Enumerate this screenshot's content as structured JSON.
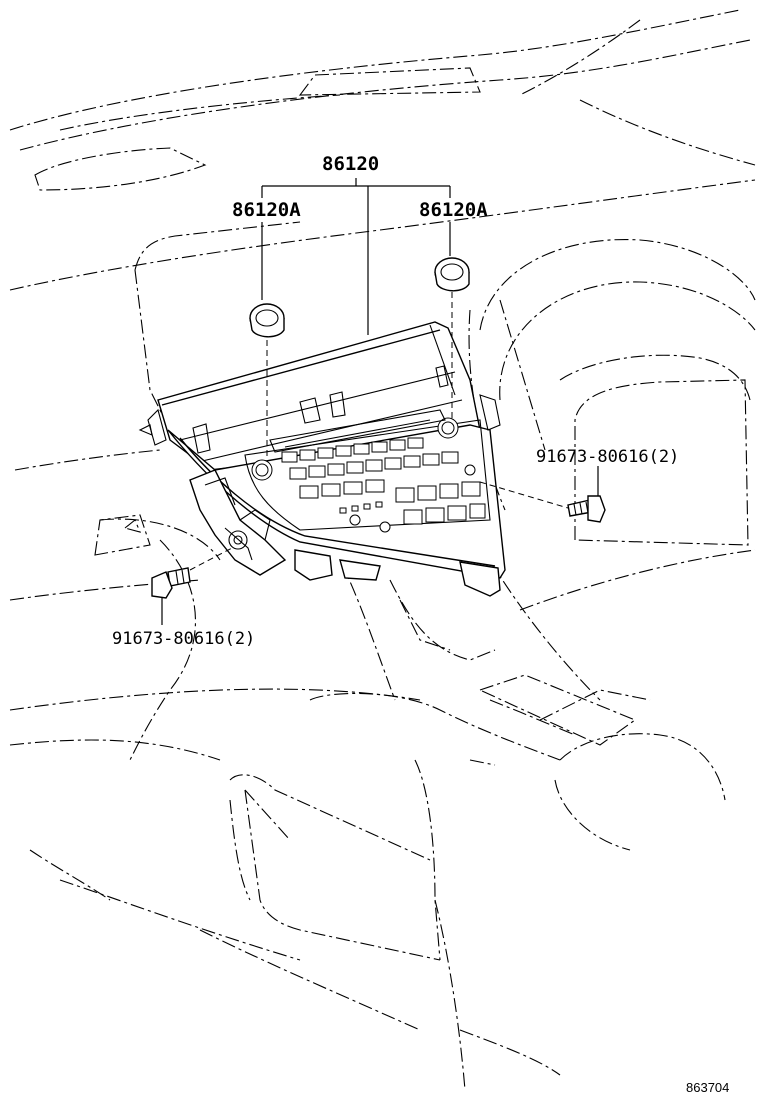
{
  "labels": {
    "assembly": "86120",
    "knob_left": "86120A",
    "knob_right": "86120A",
    "screw_right": "91673-80616(2)",
    "screw_left": "91673-80616(2)"
  },
  "figure_code": "863704"
}
